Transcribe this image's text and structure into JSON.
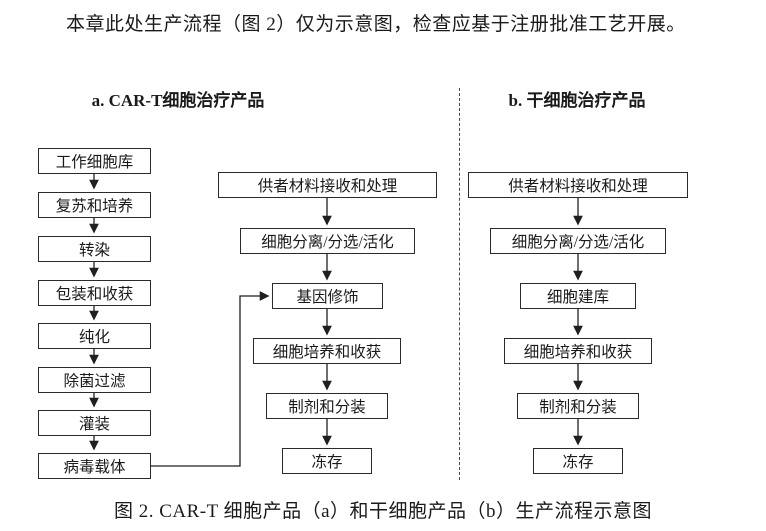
{
  "page": {
    "intro_text": "本章此处生产流程（图 2）仅为示意图，检查应基于注册批准工艺开展。",
    "caption": "图 2. CAR-T 细胞产品（a）和干细胞产品（b）生产流程示意图"
  },
  "diagram": {
    "section_a": {
      "title": "a. CAR-T细胞治疗产品",
      "vector_chain": [
        "工作细胞库",
        "复苏和培养",
        "转染",
        "包装和收获",
        "纯化",
        "除菌过滤",
        "灌装",
        "病毒载体"
      ],
      "cell_chain": [
        "供者材料接收和处理",
        "细胞分离/分选/活化",
        "基因修饰",
        "细胞培养和收获",
        "制剂和分装",
        "冻存"
      ]
    },
    "section_b": {
      "title": "b. 干细胞治疗产品",
      "chain": [
        "供者材料接收和处理",
        "细胞分离/分选/活化",
        "细胞建库",
        "细胞培养和收获",
        "制剂和分装",
        "冻存"
      ]
    }
  }
}
